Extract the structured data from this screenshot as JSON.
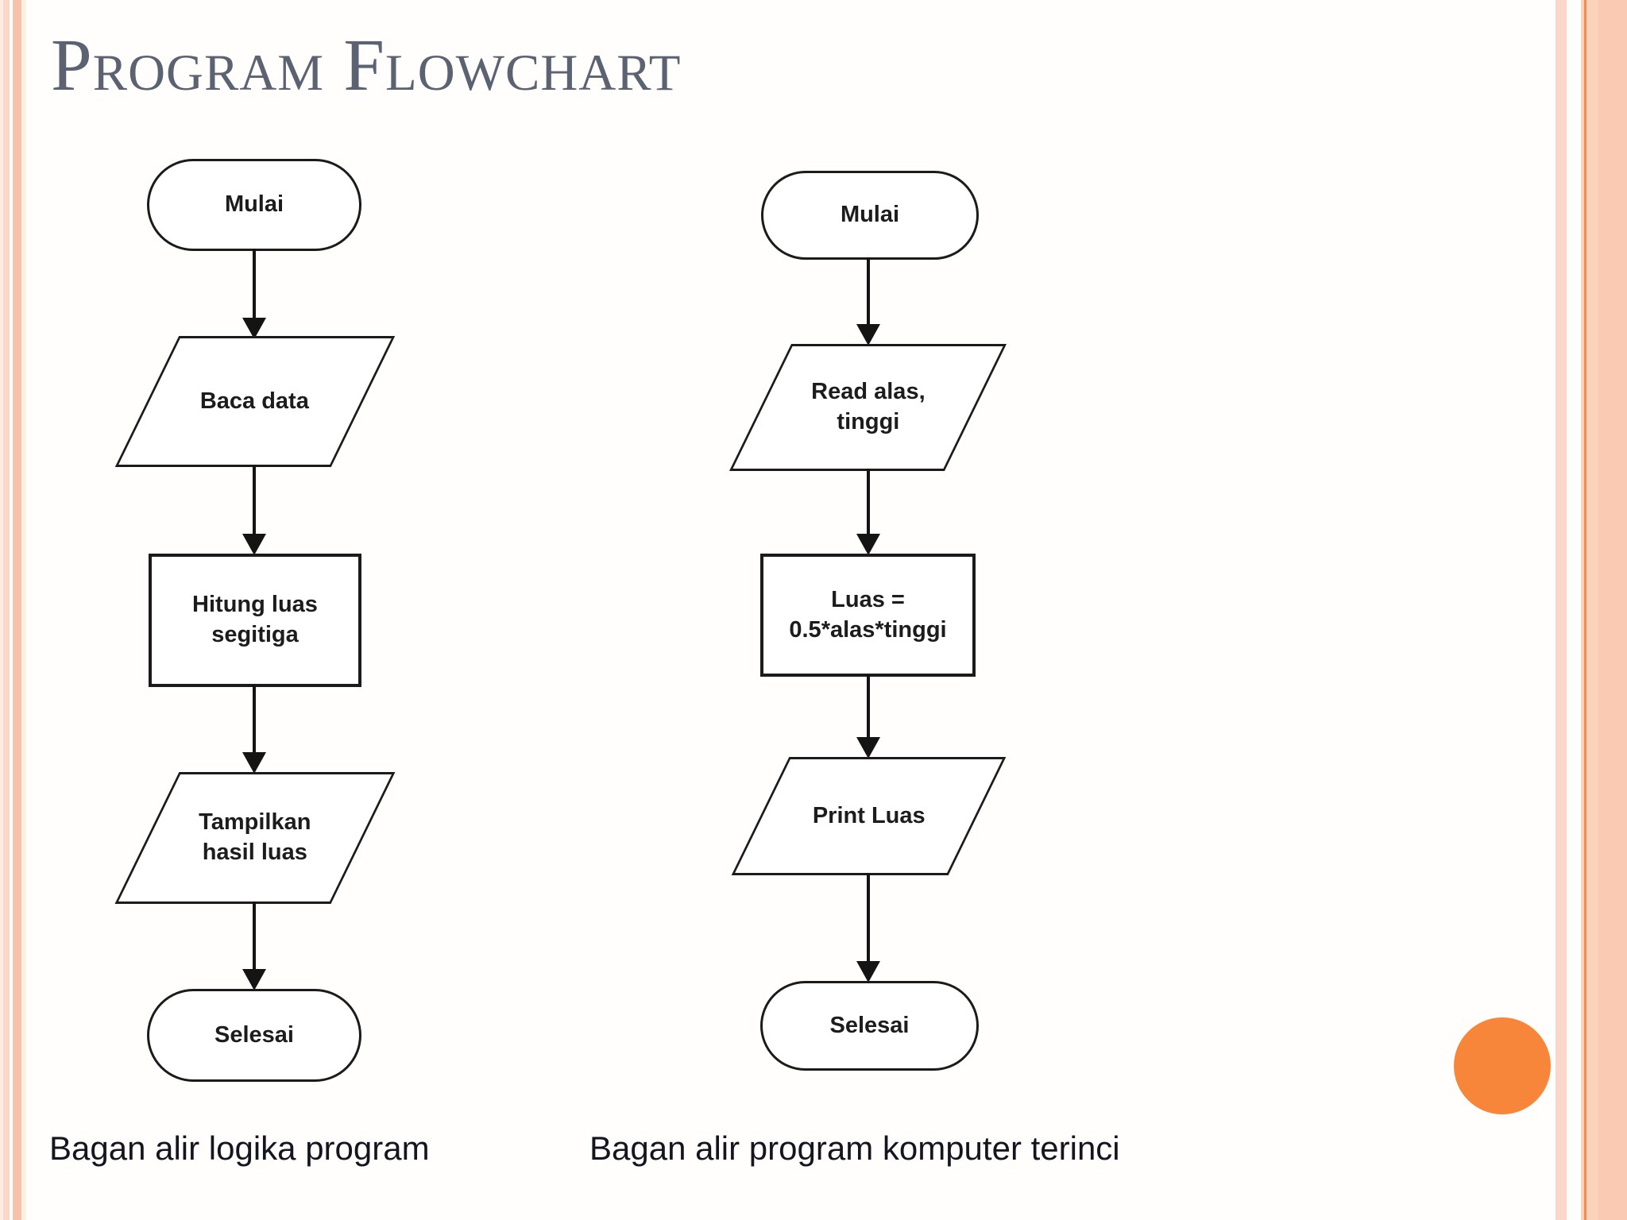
{
  "slide": {
    "title": "Program Flowchart",
    "colors": {
      "title_text": "#5B6271",
      "caption_text": "#15151F",
      "shape_border": "#1B1B1B",
      "shape_fill": "#FFFFFF",
      "arrow": "#141414",
      "accent_circle": "#F8863A",
      "border_pink_light": "#FDECE3",
      "border_pink_mid": "#FAD8C9",
      "border_pink_dark": "#F7C2AB",
      "border_peach_band": "#FCD2BD",
      "border_orange_line": "#EF8E53"
    }
  },
  "flowcharts": [
    {
      "id": "logic-flowchart",
      "caption": "Bagan alir logika program",
      "nodes": [
        {
          "type": "terminator",
          "label": "Mulai"
        },
        {
          "type": "input-output",
          "label": "Baca data"
        },
        {
          "type": "process",
          "label": "Hitung luas\nsegitiga"
        },
        {
          "type": "input-output",
          "label": "Tampilkan\nhasil luas"
        },
        {
          "type": "terminator",
          "label": "Selesai"
        }
      ]
    },
    {
      "id": "detailed-flowchart",
      "caption": "Bagan alir program komputer terinci",
      "nodes": [
        {
          "type": "terminator",
          "label": "Mulai"
        },
        {
          "type": "input-output",
          "label": "Read alas,\ntinggi"
        },
        {
          "type": "process",
          "label": "Luas =\n0.5*alas*tinggi"
        },
        {
          "type": "input-output",
          "label": "Print Luas"
        },
        {
          "type": "terminator",
          "label": "Selesai"
        }
      ]
    }
  ]
}
